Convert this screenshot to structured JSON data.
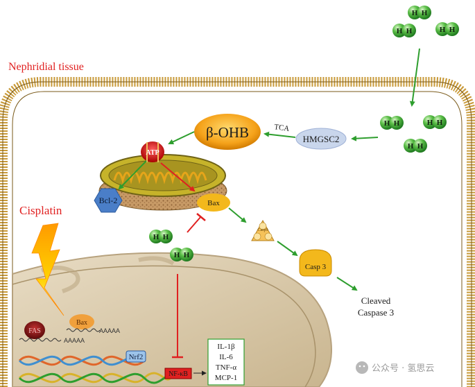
{
  "labels": {
    "tissue": "Nephridial tissue",
    "cisplatin": "Cisplatin",
    "bohb": "β-OHB",
    "tca": "TCA",
    "hmgsc2": "HMGSC2",
    "atp": "ATP",
    "bcl2": "Bcl-2",
    "bax_mito": "Bax",
    "casp9": "Casp9",
    "casp3": "Casp 3",
    "cleaved_line1": "Cleaved",
    "cleaved_line2": "Caspase 3",
    "fas": "FAS",
    "bax_nucleus": "Bax",
    "aaaaa1": "AAAAA",
    "aaaaa2": "AAAAA",
    "nrf2": "Nrf2",
    "nfkb": "NF-κB",
    "cytokines": [
      "IL-1β",
      "IL-6",
      "TNF-α",
      "MCP-1"
    ],
    "h2_letter": "H",
    "watermark": "公众号 · 氢思云"
  },
  "colors": {
    "tissue_label": "#e02020",
    "cisplatin_label": "#e02020",
    "membrane": "#c89a3a",
    "green_arrow": "#2e9e2e",
    "inhibit": "#e02020",
    "h2_ball": "#3fa43f",
    "hmgsc2": "#c9d6ec",
    "bcl2": "#4a7ec8",
    "bax": "#f3b81c",
    "nfkb": "#e02020",
    "nrf2": "#9cc3ea",
    "fas": "#9b1b1b",
    "nucleus": "#d6c6a8"
  }
}
